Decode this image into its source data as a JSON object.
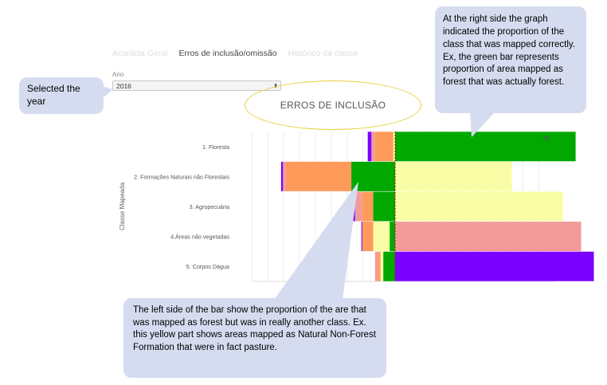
{
  "tabs": [
    {
      "label": "Acurácia Geral",
      "active": false
    },
    {
      "label": "Erros de inclusão/omissão",
      "active": true
    },
    {
      "label": "Histórico da classe",
      "active": false
    }
  ],
  "year": {
    "label": "Ano",
    "value": "2016"
  },
  "menu_icon": "hamburger-menu-icon",
  "chart_data": {
    "type": "bar",
    "orientation": "horizontal",
    "stacked": true,
    "diverging": true,
    "title": "ERROS DE INCLUSÃO",
    "ylabel": "Classe Mapeada",
    "categories": [
      "1. Floresta",
      "2. Formações Naturais não Florestais",
      "3. Agropecuária",
      "4.Áreas não vegetadas",
      "5. Corpos Dágua"
    ],
    "xlim": [
      -0.53,
      1.13
    ],
    "grid": true,
    "legend": "none",
    "series": [
      {
        "color": "#00a800",
        "values": [
          0.99,
          -0.24,
          -0.12,
          -0.03,
          -0.065
        ]
      },
      {
        "color": "#f9fea6",
        "values": [
          -0.01,
          0.64,
          0.92,
          -0.09,
          -0.015
        ]
      },
      {
        "color": "#fe9b5b",
        "values": [
          -0.1,
          -0.36,
          -0.06,
          -0.06,
          -0.015
        ]
      },
      {
        "color": "#f29a9a",
        "values": [
          -0.02,
          -0.015,
          -0.04,
          1.02,
          -0.015
        ]
      },
      {
        "color": "#7a00ff",
        "values": [
          -0.02,
          -0.01,
          -0.01,
          -0.005,
          1.09
        ]
      }
    ]
  },
  "callouts": {
    "year": "Selected the year",
    "right": "At the right side the graph indicated the proportion of the class that was mapped correctly. Ex, the green bar represents proportion of area mapped as forest that was actually forest.",
    "left": "The left side of the bar show the proportion of the are that was mapped as forest but was in really another class. Ex. this yellow part shows areas mapped as Natural Non-Forest Formation that were in fact pasture."
  }
}
